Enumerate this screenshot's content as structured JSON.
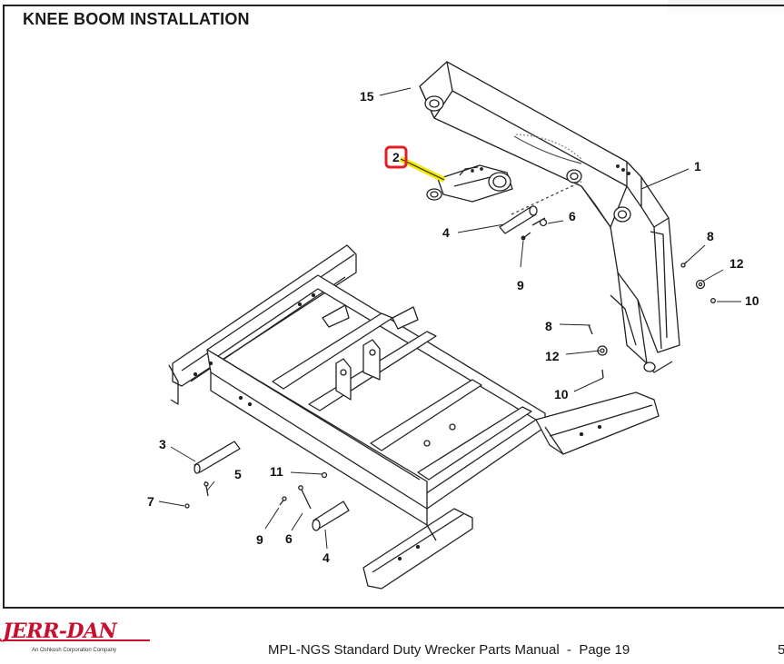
{
  "page": {
    "title": "KNEE BOOM INSTALLATION",
    "highlight_color": "#e31e24",
    "leader_highlight_color": "#f2e600"
  },
  "callouts": {
    "c15": "15",
    "c2": "2",
    "c1": "1",
    "c4a": "4",
    "c6a": "6",
    "c9a": "9",
    "c8a": "8",
    "c12a": "12",
    "c10a": "10",
    "c8b": "8",
    "c12b": "12",
    "c10b": "10",
    "c3": "3",
    "c5": "5",
    "c7": "7",
    "c11": "11",
    "c9b": "9",
    "c6b": "6",
    "c4b": "4"
  },
  "footer": {
    "logo": "JERR-DAN",
    "logo_tagline": "An Oshkosh Corporation Company",
    "manual_title": "MPL-NGS Standard Duty Wrecker Parts Manual  -  Page 19",
    "page_fragment": "5"
  }
}
